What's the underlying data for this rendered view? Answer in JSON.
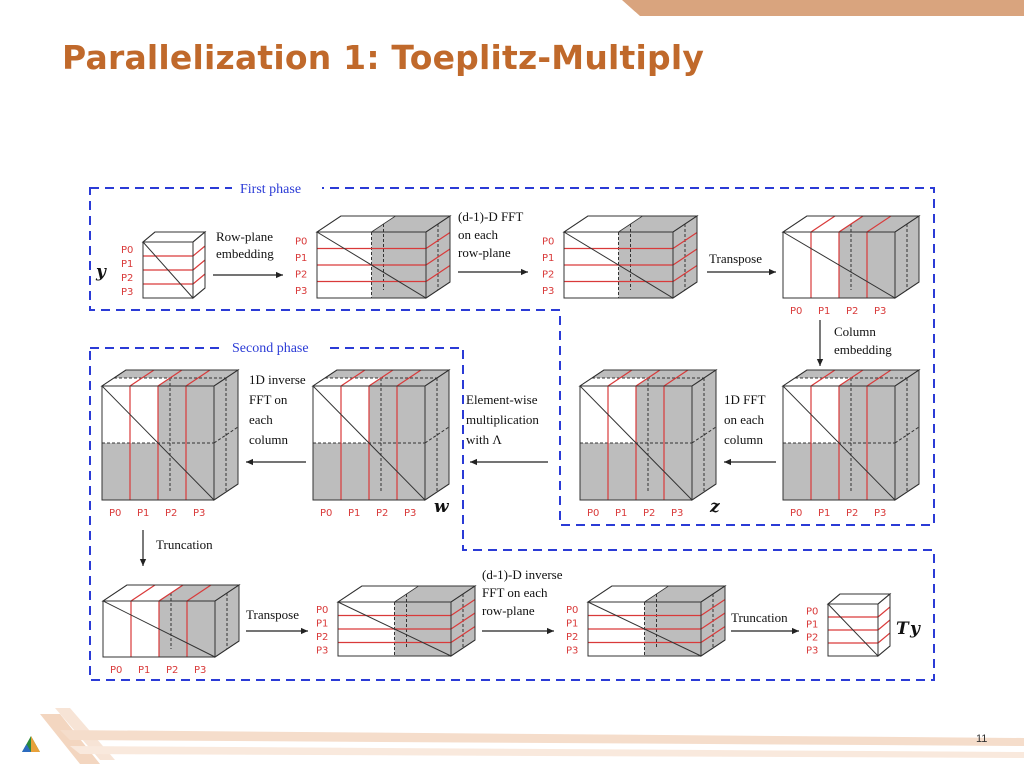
{
  "slide": {
    "title": "Parallelization 1: Toeplitz-Multiply",
    "page_number": "11"
  },
  "colors": {
    "title": "#c0692b",
    "accent_bar": "#d9a47e",
    "phase_border": "#2b3bd6",
    "partition_line": "#d93a3a",
    "proc_label": "#d93a3a",
    "shaded": "#bdbdbd"
  },
  "phases": {
    "first": "First phase",
    "second": "Second phase"
  },
  "processors": [
    "P0",
    "P1",
    "P2",
    "P3"
  ],
  "variables": {
    "y": "y",
    "w": "w",
    "z": "z",
    "Ty_T": "T",
    "Ty_y": "y"
  },
  "steps": {
    "row_plane_embedding": [
      "Row-plane",
      "embedding"
    ],
    "fft_row_plane": [
      "(d-1)-D FFT",
      "on each",
      "row-plane"
    ],
    "transpose_1": "Transpose",
    "column_embedding": [
      "Column",
      "embedding"
    ],
    "fft_1d_column": [
      "1D FFT",
      "on each",
      "column"
    ],
    "element_wise": [
      "Element-wise",
      "multiplication",
      "with Λ"
    ],
    "ifft_1d_column": [
      "1D inverse",
      "FFT on",
      "each",
      "column"
    ],
    "truncation_1": "Truncation",
    "transpose_2": "Transpose",
    "ifft_row_plane": [
      "(d-1)-D inverse",
      "FFT on each",
      "row-plane"
    ],
    "truncation_2": "Truncation"
  },
  "icons": {
    "logo": "argonne-triangle-logo-icon"
  }
}
